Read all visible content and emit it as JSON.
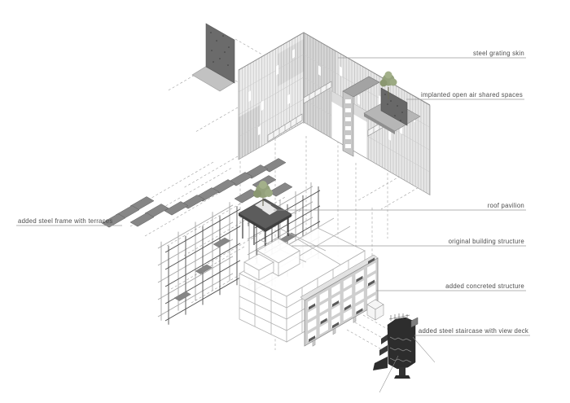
{
  "diagram": {
    "type": "exploded-axonometric-architecture-diagram",
    "labels": {
      "steel_grating_skin": "steel grating skin",
      "implanted_open_air_shared_spaces": "implanted open air shared spaces",
      "roof_pavilion": "roof pavilion",
      "original_building_structure": "original building structure",
      "added_concreted_structure": "added concreted structure",
      "added_steel_staircase": "added steel staircase with view deck",
      "added_steel_frame": "added steel frame with terraces"
    },
    "colors": {
      "background": "#ffffff",
      "label_text": "#4d4d4d",
      "leader_line": "#9a9a9a",
      "projection_dash": "#a0a0a0",
      "light_gray_fill": "#ececec",
      "mid_gray": "#8a8a8a",
      "terrace_gray": "#868686",
      "dark_panel": "#6b6b6b",
      "pavilion_roof": "#5c5c5c",
      "staircase_tower": "#2d2d2d",
      "tree_green": "#94a17c"
    }
  }
}
